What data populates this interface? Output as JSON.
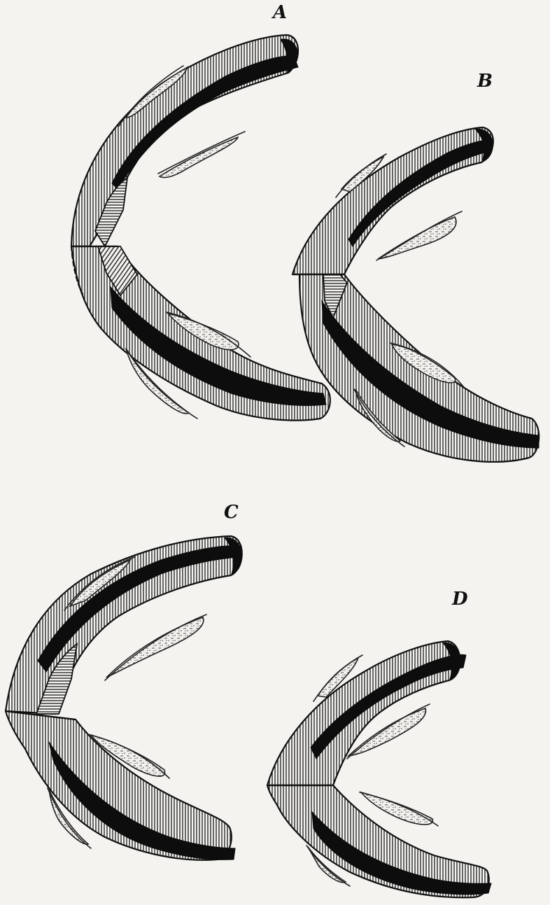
{
  "figure": {
    "panels": [
      {
        "id": "panel-a",
        "label": "A"
      },
      {
        "id": "panel-b",
        "label": "B"
      },
      {
        "id": "panel-c",
        "label": "C"
      },
      {
        "id": "panel-d",
        "label": "D"
      }
    ]
  }
}
